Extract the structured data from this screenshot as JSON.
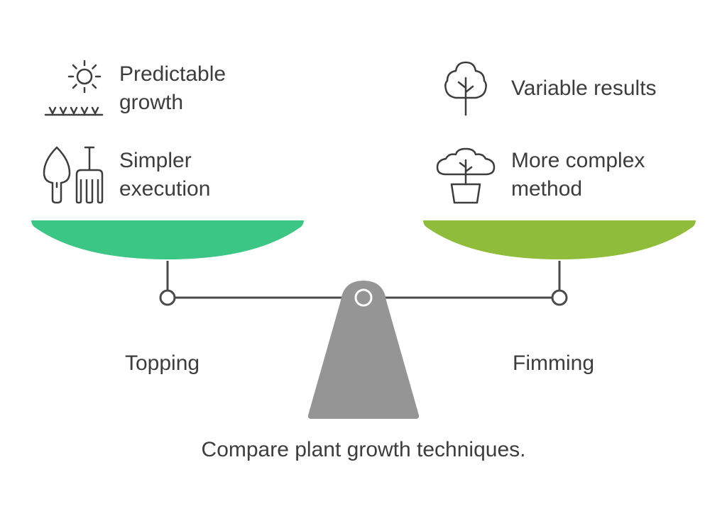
{
  "left_side": {
    "label": "Topping",
    "pan_color": "#3cc685",
    "items": [
      {
        "icon": "sun-grass-icon",
        "line1": "Predictable",
        "line2": "growth"
      },
      {
        "icon": "trowel-fork-icon",
        "line1": "Simpler",
        "line2": "execution"
      }
    ]
  },
  "right_side": {
    "label": "Fimming",
    "pan_color": "#8fbc3a",
    "items": [
      {
        "icon": "tree-icon",
        "line1": "Variable results"
      },
      {
        "icon": "potted-plant-icon",
        "line1": "More complex",
        "line2": "method"
      }
    ]
  },
  "caption": "Compare plant growth techniques.",
  "colors": {
    "fulcrum": "#959595",
    "beam": "#4a4a4a",
    "text": "#3d3d3d"
  }
}
